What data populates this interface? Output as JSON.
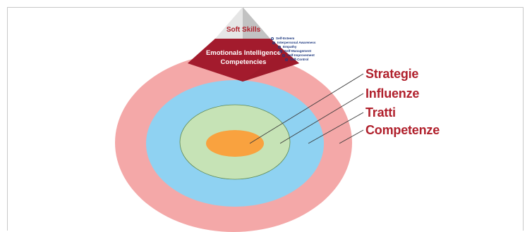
{
  "pyramid": {
    "top_label": "Soft Skills",
    "base_label_line1": "Emotionals Intelligence",
    "base_label_line2": "Competencies",
    "bullets": [
      "Self-Esteem",
      "Interpersonal Awareness",
      "Empathy",
      "Self-Management",
      "Self-Improvement",
      "Self-Control"
    ]
  },
  "rings": {
    "labels": [
      "Strategie",
      "Influenze",
      "Tratti",
      "Competenze"
    ],
    "colors": {
      "strategie": "#f9a23f",
      "influenze": "#c6e3b6",
      "tratti": "#8fd2f2",
      "competenze": "#f4a8a8"
    }
  },
  "colors": {
    "label_red": "#b0202c",
    "pyramid_red": "#9c1a2a",
    "bullet_blue": "#1f3a80"
  }
}
